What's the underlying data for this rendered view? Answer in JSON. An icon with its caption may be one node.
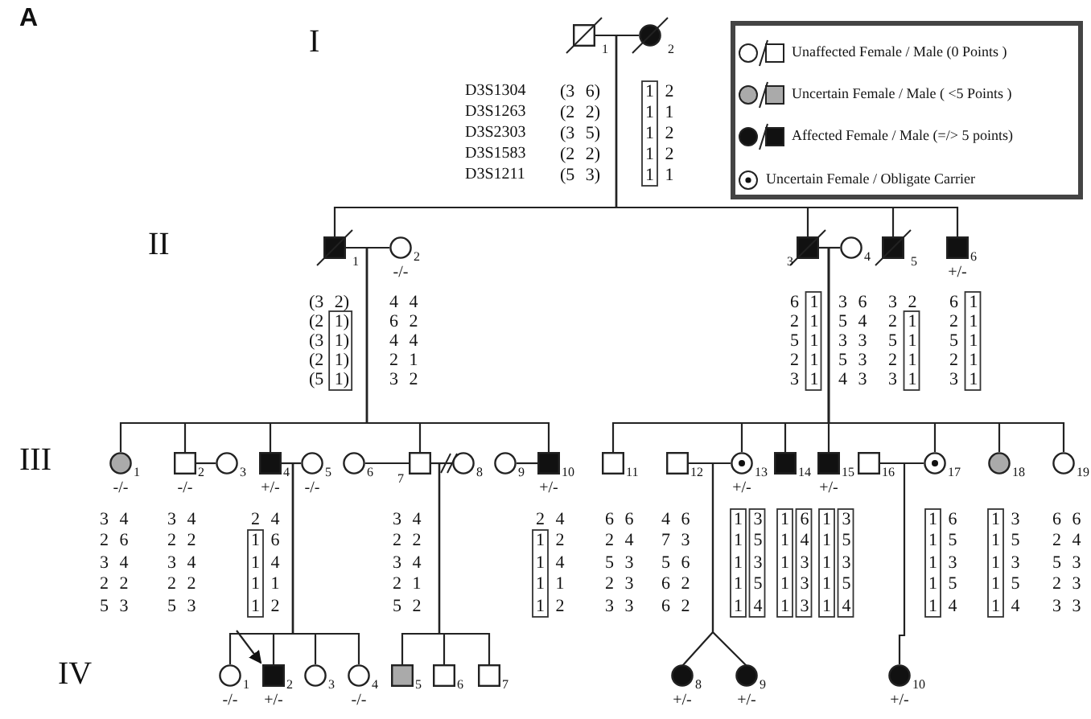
{
  "diagram": {
    "nodes": [
      {
        "text": [],
        "shape": "box",
        "beside": [
          "1",
          "(3 6)",
          "(2 2)",
          "(3 5)",
          "(2 2)",
          "(5 3)"
        ]
      },
      {
        "text": [],
        "shape": "circle",
        "beside": [
          "2",
          "1 2",
          "1 1",
          "1 2",
          "1 2",
          "1 1"
        ]
      },
      {
        "text": [],
        "shape": "box",
        "beside": [
          "1",
          "(3 2)",
          "(2 1)",
          "(3 1)",
          "(2 1)",
          "(5 1)"
        ]
      },
      {
        "text": [],
        "shape": "circle",
        "beside": [
          "2",
          "-/-",
          "4 4",
          "6 2",
          "4 4",
          "2 1",
          "3 2"
        ]
      },
      {
        "text": [],
        "shape": "box",
        "beside": [
          "3",
          "6 1",
          "2 1",
          "5 1",
          "2 1",
          "3 1"
        ]
      },
      {
        "text": [],
        "shape": "circle",
        "beside": [
          "4",
          "3 6",
          "5 4",
          "3 3",
          "5 3",
          "4 3"
        ]
      },
      {
        "text": [],
        "shape": "box",
        "beside": [
          "5",
          "3 2",
          "2 1",
          "5 1",
          "2 1",
          "3 1"
        ]
      },
      {
        "text": [],
        "shape": "box",
        "beside": [
          "6",
          "+/-",
          "6 1",
          "2 1",
          "5 1",
          "2 1",
          "3 1"
        ]
      },
      {
        "text": [],
        "shape": "circle",
        "beside": [
          "1",
          "-/-",
          "3 4",
          "2 6",
          "3 4",
          "2 2",
          "5 3"
        ]
      },
      {
        "text": [],
        "shape": "box",
        "beside": [
          "2",
          "-/-",
          "3 4",
          "2 2",
          "3 4",
          "2 2",
          "5 3"
        ]
      },
      {
        "text": [],
        "shape": "circle",
        "beside": [
          "3"
        ]
      },
      {
        "text": [],
        "shape": "box",
        "beside": [
          "4",
          "+/-",
          "2 4",
          "1 6",
          "1 4",
          "1 1",
          "1 2"
        ]
      },
      {
        "text": [],
        "shape": "circle",
        "beside": [
          "5",
          "-/-"
        ]
      },
      {
        "text": [],
        "shape": "circle",
        "beside": [
          "6"
        ]
      },
      {
        "text": [],
        "shape": "box",
        "beside": [
          "7",
          "3 4",
          "2 2",
          "3 4",
          "2 1",
          "5 2"
        ]
      },
      {
        "text": [],
        "shape": "circle",
        "beside": [
          "8"
        ]
      },
      {
        "text": [],
        "shape": "circle",
        "beside": [
          "9"
        ]
      },
      {
        "text": [],
        "shape": "box",
        "beside": [
          "10",
          "+/-",
          "2 4",
          "1 2",
          "1 4",
          "1 1",
          "1 2"
        ]
      },
      {
        "text": [],
        "shape": "box",
        "beside": [
          "11",
          "6 6",
          "2 4",
          "5 3",
          "2 3",
          "3 3"
        ]
      },
      {
        "text": [],
        "shape": "box",
        "beside": [
          "12",
          "4 6",
          "7 3",
          "5 6",
          "6 2",
          "6 2"
        ]
      },
      {
        "text": [],
        "shape": "circle",
        "beside": [
          "13",
          "+/-",
          "1 3",
          "1 5",
          "1 3",
          "1 5",
          "1 4"
        ]
      },
      {
        "text": [],
        "shape": "box",
        "beside": [
          "14",
          "1 6",
          "1 4",
          "1 3",
          "1 3",
          "1 3"
        ]
      },
      {
        "text": [],
        "shape": "box",
        "beside": [
          "15",
          "+/-",
          "1 3",
          "1 5",
          "1 3",
          "1 5",
          "1 4"
        ]
      },
      {
        "text": [],
        "shape": "box",
        "beside": [
          "16"
        ]
      },
      {
        "text": [],
        "shape": "circle",
        "beside": [
          "17",
          "1 6",
          "1 5",
          "1 3",
          "1 5",
          "1 4"
        ]
      },
      {
        "text": [],
        "shape": "circle",
        "beside": [
          "18",
          "1 3",
          "1 5",
          "1 3",
          "1 5",
          "1 4"
        ]
      },
      {
        "text": [],
        "shape": "circle",
        "beside": [
          "19",
          "6 6",
          "2 4",
          "5 3",
          "2 3",
          "3 3"
        ]
      },
      {
        "text": [],
        "shape": "circle",
        "beside": [
          "1",
          "-/-"
        ]
      },
      {
        "text": [],
        "shape": "box",
        "beside": [
          "2",
          "+/-"
        ]
      },
      {
        "text": [],
        "shape": "circle",
        "beside": [
          "3"
        ]
      },
      {
        "text": [],
        "shape": "circle",
        "beside": [
          "4",
          "-/-"
        ]
      },
      {
        "text": [],
        "shape": "box",
        "beside": [
          "5"
        ]
      },
      {
        "text": [],
        "shape": "box",
        "beside": [
          "6"
        ]
      },
      {
        "text": [],
        "shape": "box",
        "beside": [
          "7"
        ]
      },
      {
        "text": [],
        "shape": "circle",
        "beside": [
          "8",
          "+/-"
        ]
      },
      {
        "text": [],
        "shape": "circle",
        "beside": [
          "9",
          "+/-"
        ]
      },
      {
        "text": [],
        "shape": "circle",
        "beside": [
          "10",
          "+/-"
        ]
      }
    ],
    "edges": [
      {
        "from": 0,
        "to": 1,
        "arrow": "none"
      },
      {
        "from": 0,
        "to": 2,
        "arrow": "none"
      },
      {
        "from": 0,
        "to": 4,
        "arrow": "none"
      },
      {
        "from": 0,
        "to": 6,
        "arrow": "none"
      },
      {
        "from": 0,
        "to": 7,
        "arrow": "none"
      },
      {
        "from": 2,
        "to": 3,
        "arrow": "none"
      },
      {
        "from": 4,
        "to": 5,
        "arrow": "none"
      },
      {
        "from": 2,
        "to": 8,
        "arrow": "none"
      },
      {
        "from": 2,
        "to": 9,
        "arrow": "none"
      },
      {
        "from": 2,
        "to": 11,
        "arrow": "none"
      },
      {
        "from": 2,
        "to": 14,
        "arrow": "none"
      },
      {
        "from": 2,
        "to": 17,
        "arrow": "none"
      },
      {
        "from": 4,
        "to": 18,
        "arrow": "none"
      },
      {
        "from": 4,
        "to": 20,
        "arrow": "none"
      },
      {
        "from": 4,
        "to": 21,
        "arrow": "none"
      },
      {
        "from": 4,
        "to": 22,
        "arrow": "none"
      },
      {
        "from": 4,
        "to": 24,
        "arrow": "none"
      },
      {
        "from": 4,
        "to": 25,
        "arrow": "none"
      },
      {
        "from": 4,
        "to": 26,
        "arrow": "none"
      },
      {
        "from": 9,
        "to": 10,
        "arrow": "none"
      },
      {
        "from": 11,
        "to": 12,
        "arrow": "none"
      },
      {
        "from": 13,
        "to": 14,
        "arrow": "none"
      },
      {
        "from": 14,
        "to": 15,
        "arrow": "none"
      },
      {
        "from": 16,
        "to": 17,
        "arrow": "none"
      },
      {
        "from": 19,
        "to": 20,
        "arrow": "none"
      },
      {
        "from": 23,
        "to": 24,
        "arrow": "none"
      },
      {
        "from": 11,
        "to": 27,
        "arrow": "none"
      },
      {
        "from": 11,
        "to": 28,
        "arrow": "none"
      },
      {
        "from": 11,
        "to": 29,
        "arrow": "none"
      },
      {
        "from": 11,
        "to": 30,
        "arrow": "none"
      },
      {
        "from": 14,
        "to": 31,
        "arrow": "none"
      },
      {
        "from": 14,
        "to": 32,
        "arrow": "none"
      },
      {
        "from": 14,
        "to": 33,
        "arrow": "none"
      },
      {
        "from": 19,
        "to": 34,
        "arrow": "none"
      },
      {
        "from": 19,
        "to": 35,
        "arrow": "none"
      },
      {
        "from": 23,
        "to": 36,
        "arrow": "none"
      },
      {
        "from": null,
        "to": 28,
        "arrow": "to"
      }
    ],
    "labels": [
      "A",
      "I",
      "D3S1304",
      "D3S1263",
      "D3S2303",
      "D3S1583",
      "D3S1211",
      "II",
      "III",
      "IV"
    ],
    "legend": [
      {
        "text": "Unaffected Female / Male (0 Points )"
      },
      {
        "text": "Uncertain Female / Male ( <5 Points )"
      },
      {
        "text": "Affected Female / Male (=/> 5 points)"
      },
      {
        "text": "Uncertain Female / Obligate Carrier"
      }
    ]
  }
}
